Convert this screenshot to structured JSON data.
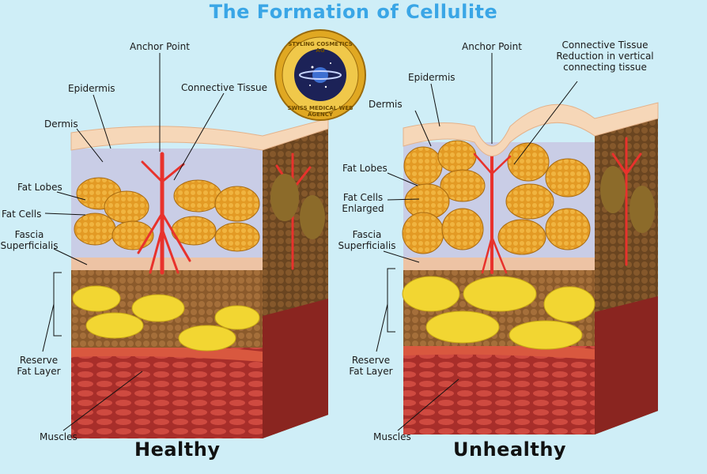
{
  "title": "The Formation of Cellulite",
  "badge": {
    "text_top": "STYLING COSMETICS AG",
    "text_bottom": "SWISS MEDICAL WEB AGENCY"
  },
  "healthy": {
    "caption": "Healthy",
    "labels": {
      "anchor_point": "Anchor Point",
      "connective_tissue": "Connective Tissue",
      "epidermis": "Epidermis",
      "dermis": "Dermis",
      "fat_lobes": "Fat Lobes",
      "fat_cells": "Fat Cells",
      "fascia_l1": "Fascia",
      "fascia_l2": "Superficialis",
      "reserve_l1": "Reserve",
      "reserve_l2": "Fat Layer",
      "muscles": "Muscles"
    }
  },
  "unhealthy": {
    "caption": "Unhealthy",
    "labels": {
      "anchor_point": "Anchor Point",
      "ct_l1": "Connective Tissue",
      "ct_l2": "Reduction in vertical",
      "ct_l3": "connecting tissue",
      "epidermis": "Epidermis",
      "dermis": "Dermis",
      "fat_lobes": "Fat Lobes",
      "fat_cells_l1": "Fat Cells",
      "fat_cells_l2": "Enlarged",
      "fascia_l1": "Fascia",
      "fascia_l2": "Superficialis",
      "reserve_l1": "Reserve",
      "reserve_l2": "Fat Layer",
      "muscles": "Muscles"
    }
  },
  "colors": {
    "background": "#cfeef7",
    "title": "#3aa6e6",
    "epidermis": "#f6d7b8",
    "dermis": "#c9cde6",
    "fat_lobe": "#e79f2a",
    "fat_bg": "#8a5a2a",
    "reserve_fat": "#f2d632",
    "connective": "#e8322c",
    "muscle": "#b8352f",
    "badge_gold": "#e0a822",
    "badge_navy": "#1c2257"
  }
}
